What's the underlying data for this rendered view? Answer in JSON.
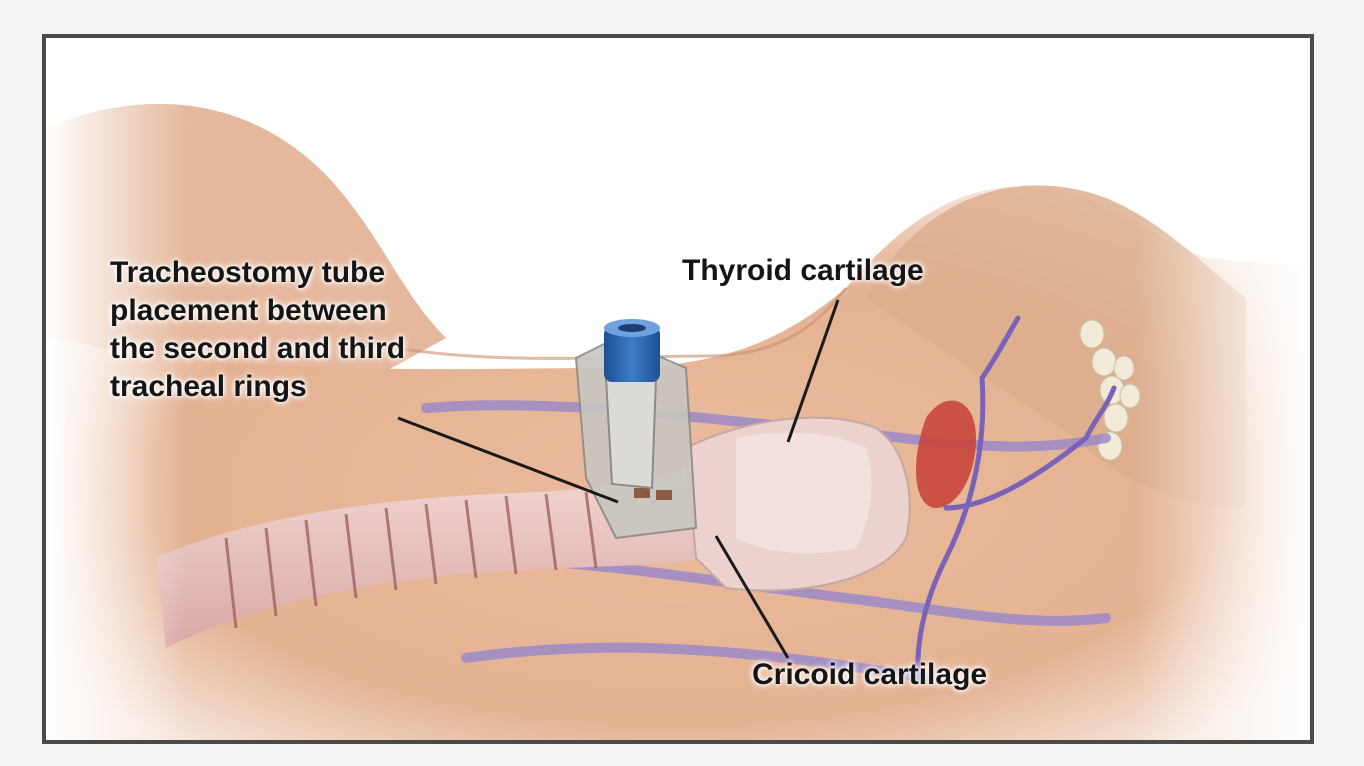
{
  "labels": {
    "tracheostomy": {
      "line1": "Tracheostomy tube",
      "line2": "placement between",
      "line3": "the second and third",
      "line4": "tracheal rings"
    },
    "thyroid": "Thyroid cartilage",
    "cricoid": "Cricoid cartilage"
  },
  "colors": {
    "frame_border": "#4a4a4a",
    "skin": "#e4b497",
    "trachea": "#e8c2c0",
    "vessel": "#9c8ac8",
    "artery": "#c9463c",
    "tube_cap": "#2c67b3"
  }
}
